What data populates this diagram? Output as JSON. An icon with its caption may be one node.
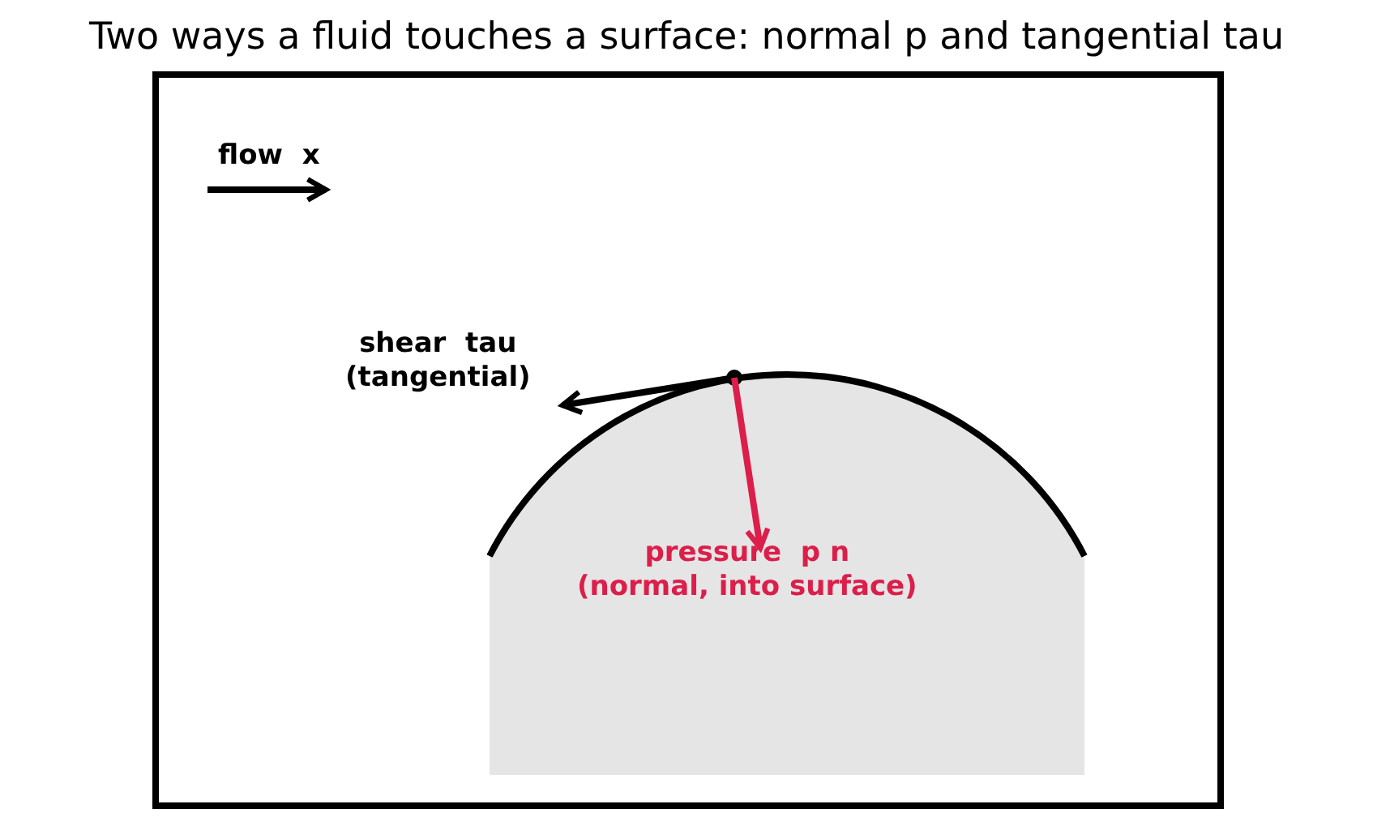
{
  "diagram": {
    "title": "Two ways a fluid touches a surface: normal p and tangential tau",
    "labels": [
      "flow  x",
      "shear  tau (tangential)",
      "pressure  p n (normal, into surface)"
    ]
  }
}
